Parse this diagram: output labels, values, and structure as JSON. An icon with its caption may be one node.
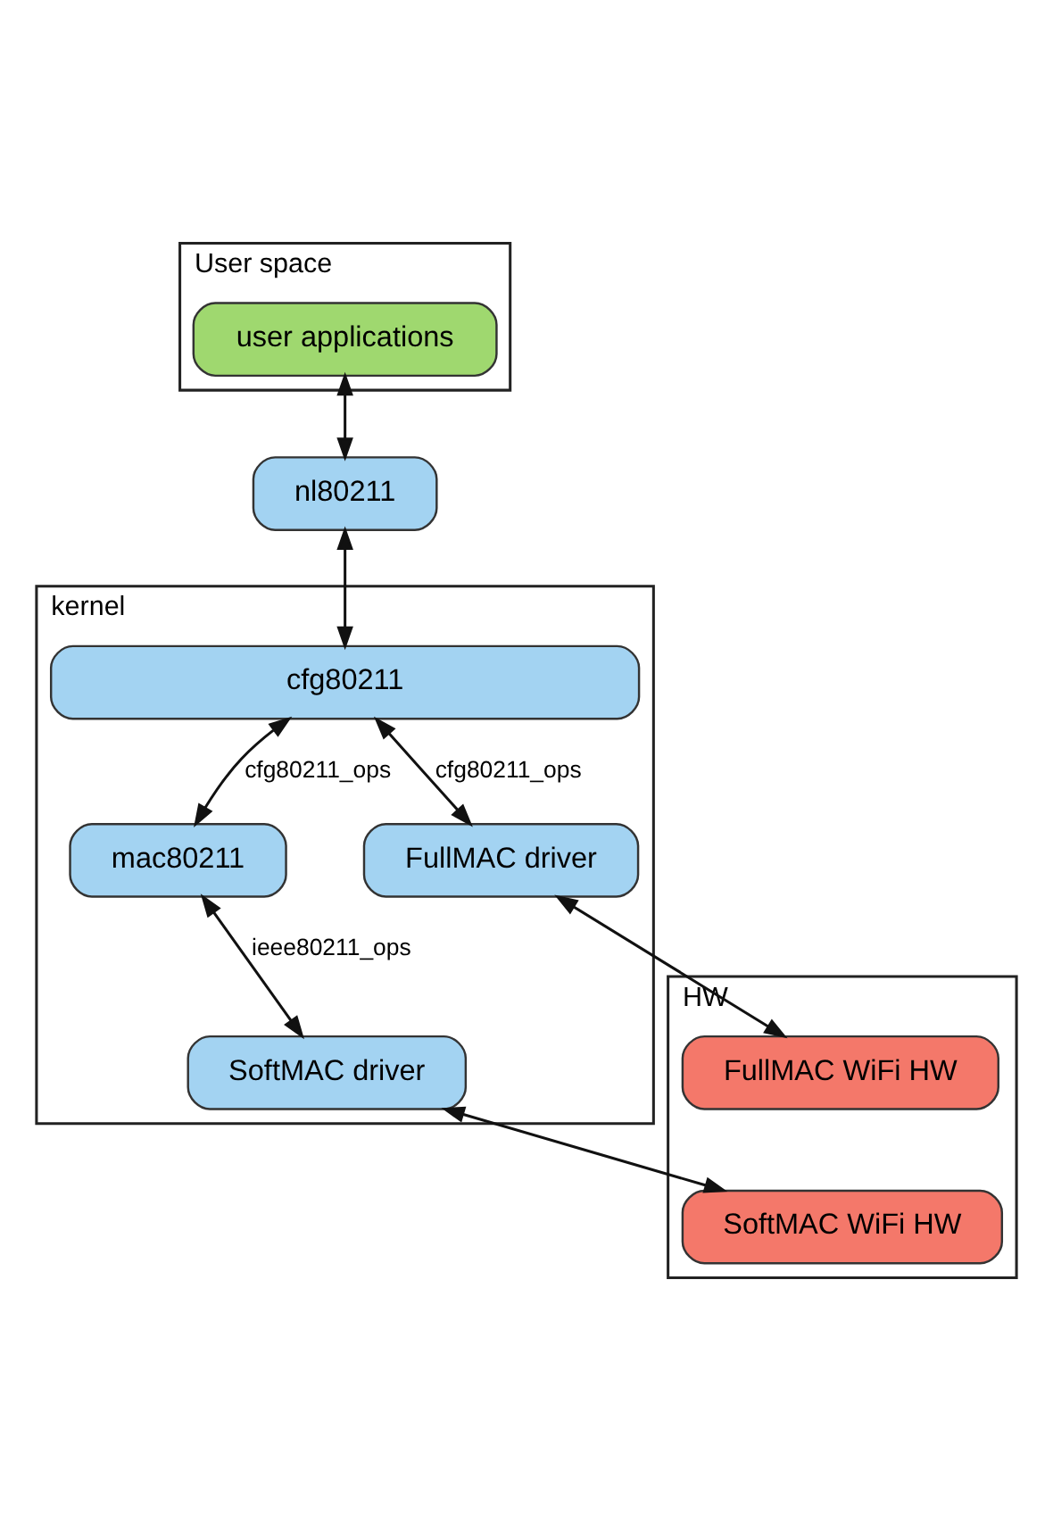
{
  "diagram": {
    "nodes": [
      {
        "text": [
          "User space"
        ]
      },
      {
        "text": [
          "user applications"
        ],
        "in": 0
      },
      {
        "text": [
          "nl80211"
        ]
      },
      {
        "text": [
          "kernel"
        ]
      },
      {
        "text": [
          "cfg80211"
        ],
        "in": 3
      },
      {
        "text": [
          "mac80211"
        ],
        "in": 3
      },
      {
        "text": [
          "FullMAC driver"
        ],
        "in": 3
      },
      {
        "text": [
          "SoftMAC driver"
        ],
        "in": 3
      },
      {
        "text": [
          "HW"
        ]
      },
      {
        "text": [
          "FullMAC WiFi HW"
        ],
        "in": 8
      },
      {
        "text": [
          "SoftMAC WiFi HW"
        ],
        "in": 8
      }
    ],
    "edges": [
      {
        "from": 1,
        "to": 2,
        "arrow": "both"
      },
      {
        "from": 2,
        "to": 4,
        "arrow": "both"
      },
      {
        "from": 4,
        "to": 6,
        "arrow": "both",
        "label": "cfg80211_ops"
      },
      {
        "from": 4,
        "to": 5,
        "arrow": "both",
        "label": "cfg80211_ops"
      },
      {
        "from": 5,
        "to": 7,
        "arrow": "both",
        "label": "ieee80211_ops"
      },
      {
        "from": 6,
        "to": 9,
        "arrow": "both"
      },
      {
        "from": 7,
        "to": 10,
        "arrow": "both"
      }
    ]
  }
}
